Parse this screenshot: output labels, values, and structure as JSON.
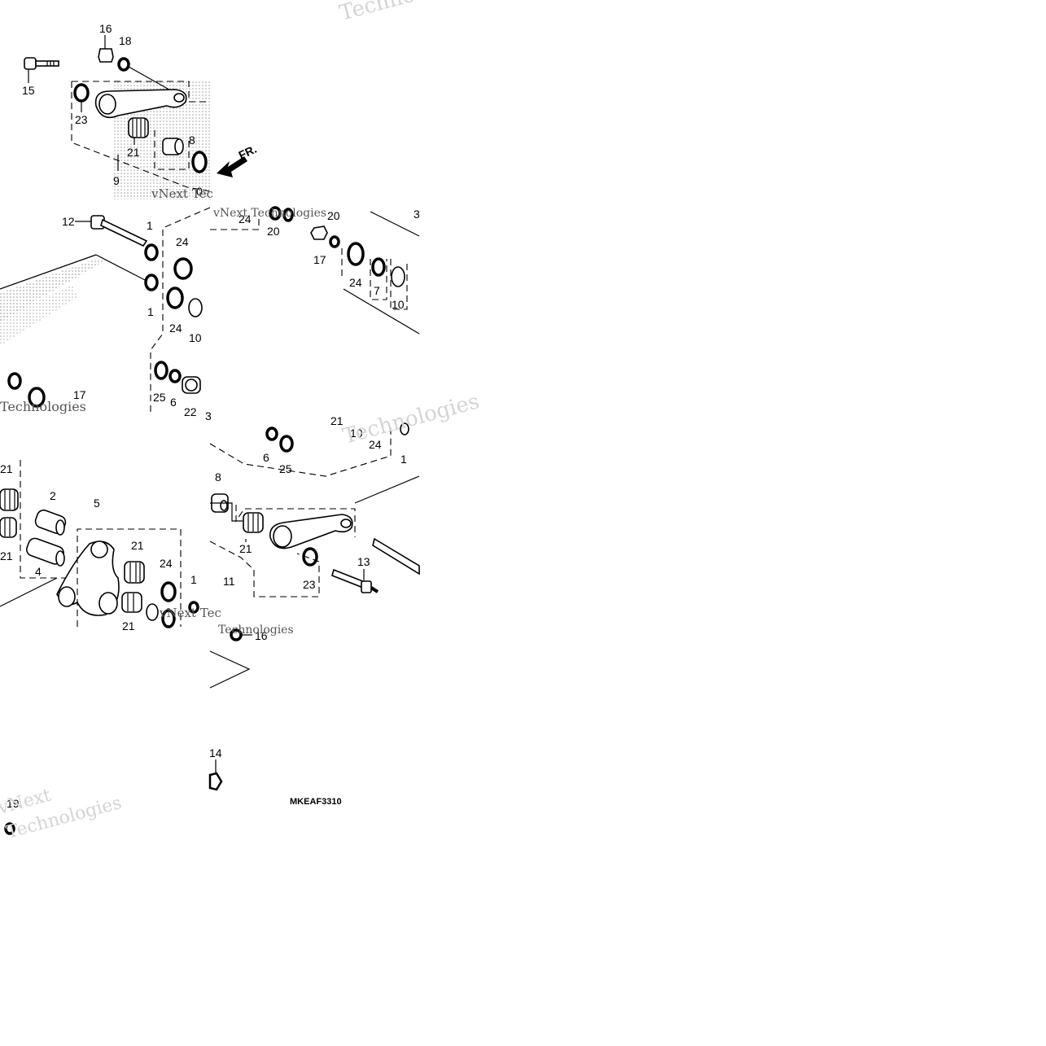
{
  "diagram": {
    "part_code": "MKEAF3310",
    "direction_arrow": "FR.",
    "watermarks": [
      "Technologies",
      "vNext Technologies",
      "vNext Tec",
      "Technologies",
      "Technologies",
      "vNext",
      "Technologies",
      "Technologies"
    ],
    "callouts": {
      "c15": "15",
      "c16": "16",
      "c18": "18",
      "c23a": "23",
      "c21a": "21",
      "c8a": "8",
      "c9": "9",
      "c0": "0",
      "c12": "12",
      "c1a": "1",
      "c24a": "24",
      "c1b": "1",
      "c24b": "24",
      "c10a": "10",
      "c25a": "25",
      "c6a": "6",
      "c22": "22",
      "c17a": "17",
      "c3a": "3",
      "c24c": "24",
      "c20a": "20",
      "c20b": "20",
      "c17b": "17",
      "c24d": "24",
      "c7": "7",
      "c10b": "10",
      "c3b": "3",
      "c21b": "21",
      "c2": "2",
      "c5": "5",
      "c21c": "21",
      "c21d": "21",
      "c4": "4",
      "c24e": "24",
      "c1c": "1",
      "c21e": "21",
      "c6b": "6",
      "c25b": "25",
      "c21f": "21",
      "c10c": "10",
      "c24f": "24",
      "c1d": "1",
      "c8b": "8",
      "c21g": "21",
      "c11": "11",
      "c23b": "23",
      "c13": "13",
      "c16b": "16",
      "c14": "14",
      "c19": "19"
    }
  }
}
